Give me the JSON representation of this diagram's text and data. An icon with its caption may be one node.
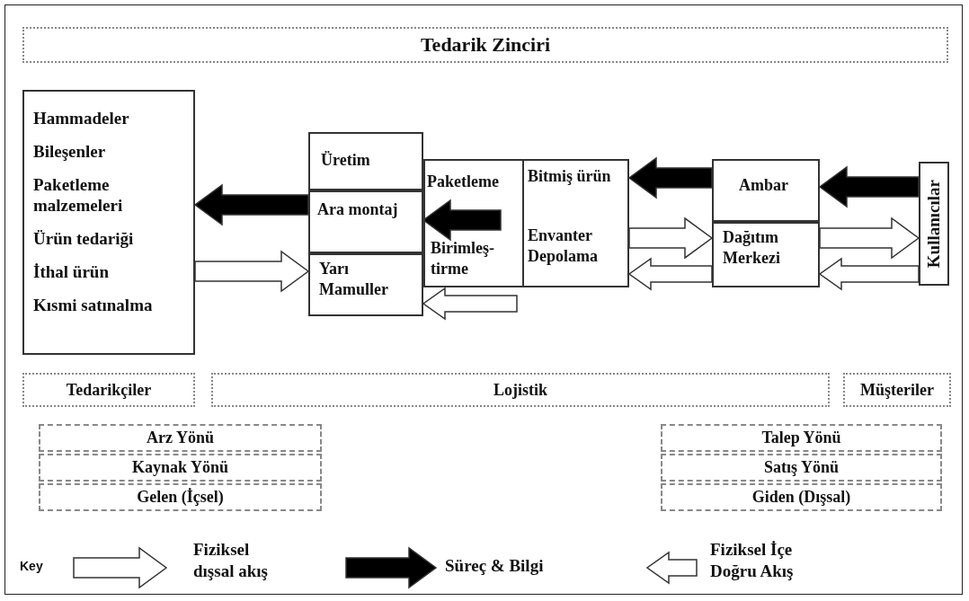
{
  "diagram": {
    "nodes": [
      {
        "text": [
          "Tedarik Zinciri"
        ]
      },
      {
        "text": [
          "Hammadeler",
          "Bileşenler",
          "Paketleme malzemeleri",
          "Ürün tedariği",
          "İthal ürün",
          "Kısmi satınalma"
        ]
      },
      {
        "text": [
          "Üretim"
        ]
      },
      {
        "text": [
          "Ara montaj"
        ]
      },
      {
        "text": [
          "Yarı Mamuller"
        ]
      },
      {
        "text": [
          "Paketleme"
        ]
      },
      {
        "text": [
          "Birimleş- tirme"
        ]
      },
      {
        "text": [
          "Bitmiş ürün"
        ]
      },
      {
        "text": [
          "Envanter Depolama"
        ]
      },
      {
        "text": [
          "Ambar"
        ]
      },
      {
        "text": [
          "Dağıtım Merkezi"
        ]
      },
      {
        "text": [
          "Kullanıcılar"
        ]
      },
      {
        "text": [
          "Tedarikçiler"
        ]
      },
      {
        "text": [
          "Lojistik"
        ]
      },
      {
        "text": [
          "Müşteriler"
        ]
      },
      {
        "text": [
          "Arz Yönü"
        ]
      },
      {
        "text": [
          "Kaynak Yönü"
        ]
      },
      {
        "text": [
          "Gelen (İçsel)"
        ]
      },
      {
        "text": [
          "Talep Yönü"
        ]
      },
      {
        "text": [
          "Satış Yönü"
        ]
      },
      {
        "text": [
          "Giden (Dışsal)"
        ]
      }
    ],
    "edges": [
      {
        "from": 3,
        "to": 1,
        "arrow": "to",
        "style": "thick"
      },
      {
        "from": 1,
        "to": 4,
        "arrow": "to"
      },
      {
        "from": 5,
        "to": 3,
        "arrow": "to",
        "style": "thick"
      },
      {
        "from": 6,
        "to": 4,
        "arrow": "to"
      },
      {
        "from": 9,
        "to": 7,
        "arrow": "to",
        "style": "thick"
      },
      {
        "from": 8,
        "to": 10,
        "arrow": "to"
      },
      {
        "from": 10,
        "to": 8,
        "arrow": "to"
      },
      {
        "from": 11,
        "to": 9,
        "arrow": "to",
        "style": "thick"
      },
      {
        "from": 10,
        "to": 11,
        "arrow": "to"
      },
      {
        "from": 11,
        "to": 10,
        "arrow": "to"
      }
    ],
    "labels": [
      "Key"
    ],
    "legend": [
      {
        "text": "Fiziksel dışsal akış"
      },
      {
        "text": "Süreç & Bilgi"
      },
      {
        "text": "Fiziksel İçe Doğru Akış"
      }
    ]
  }
}
